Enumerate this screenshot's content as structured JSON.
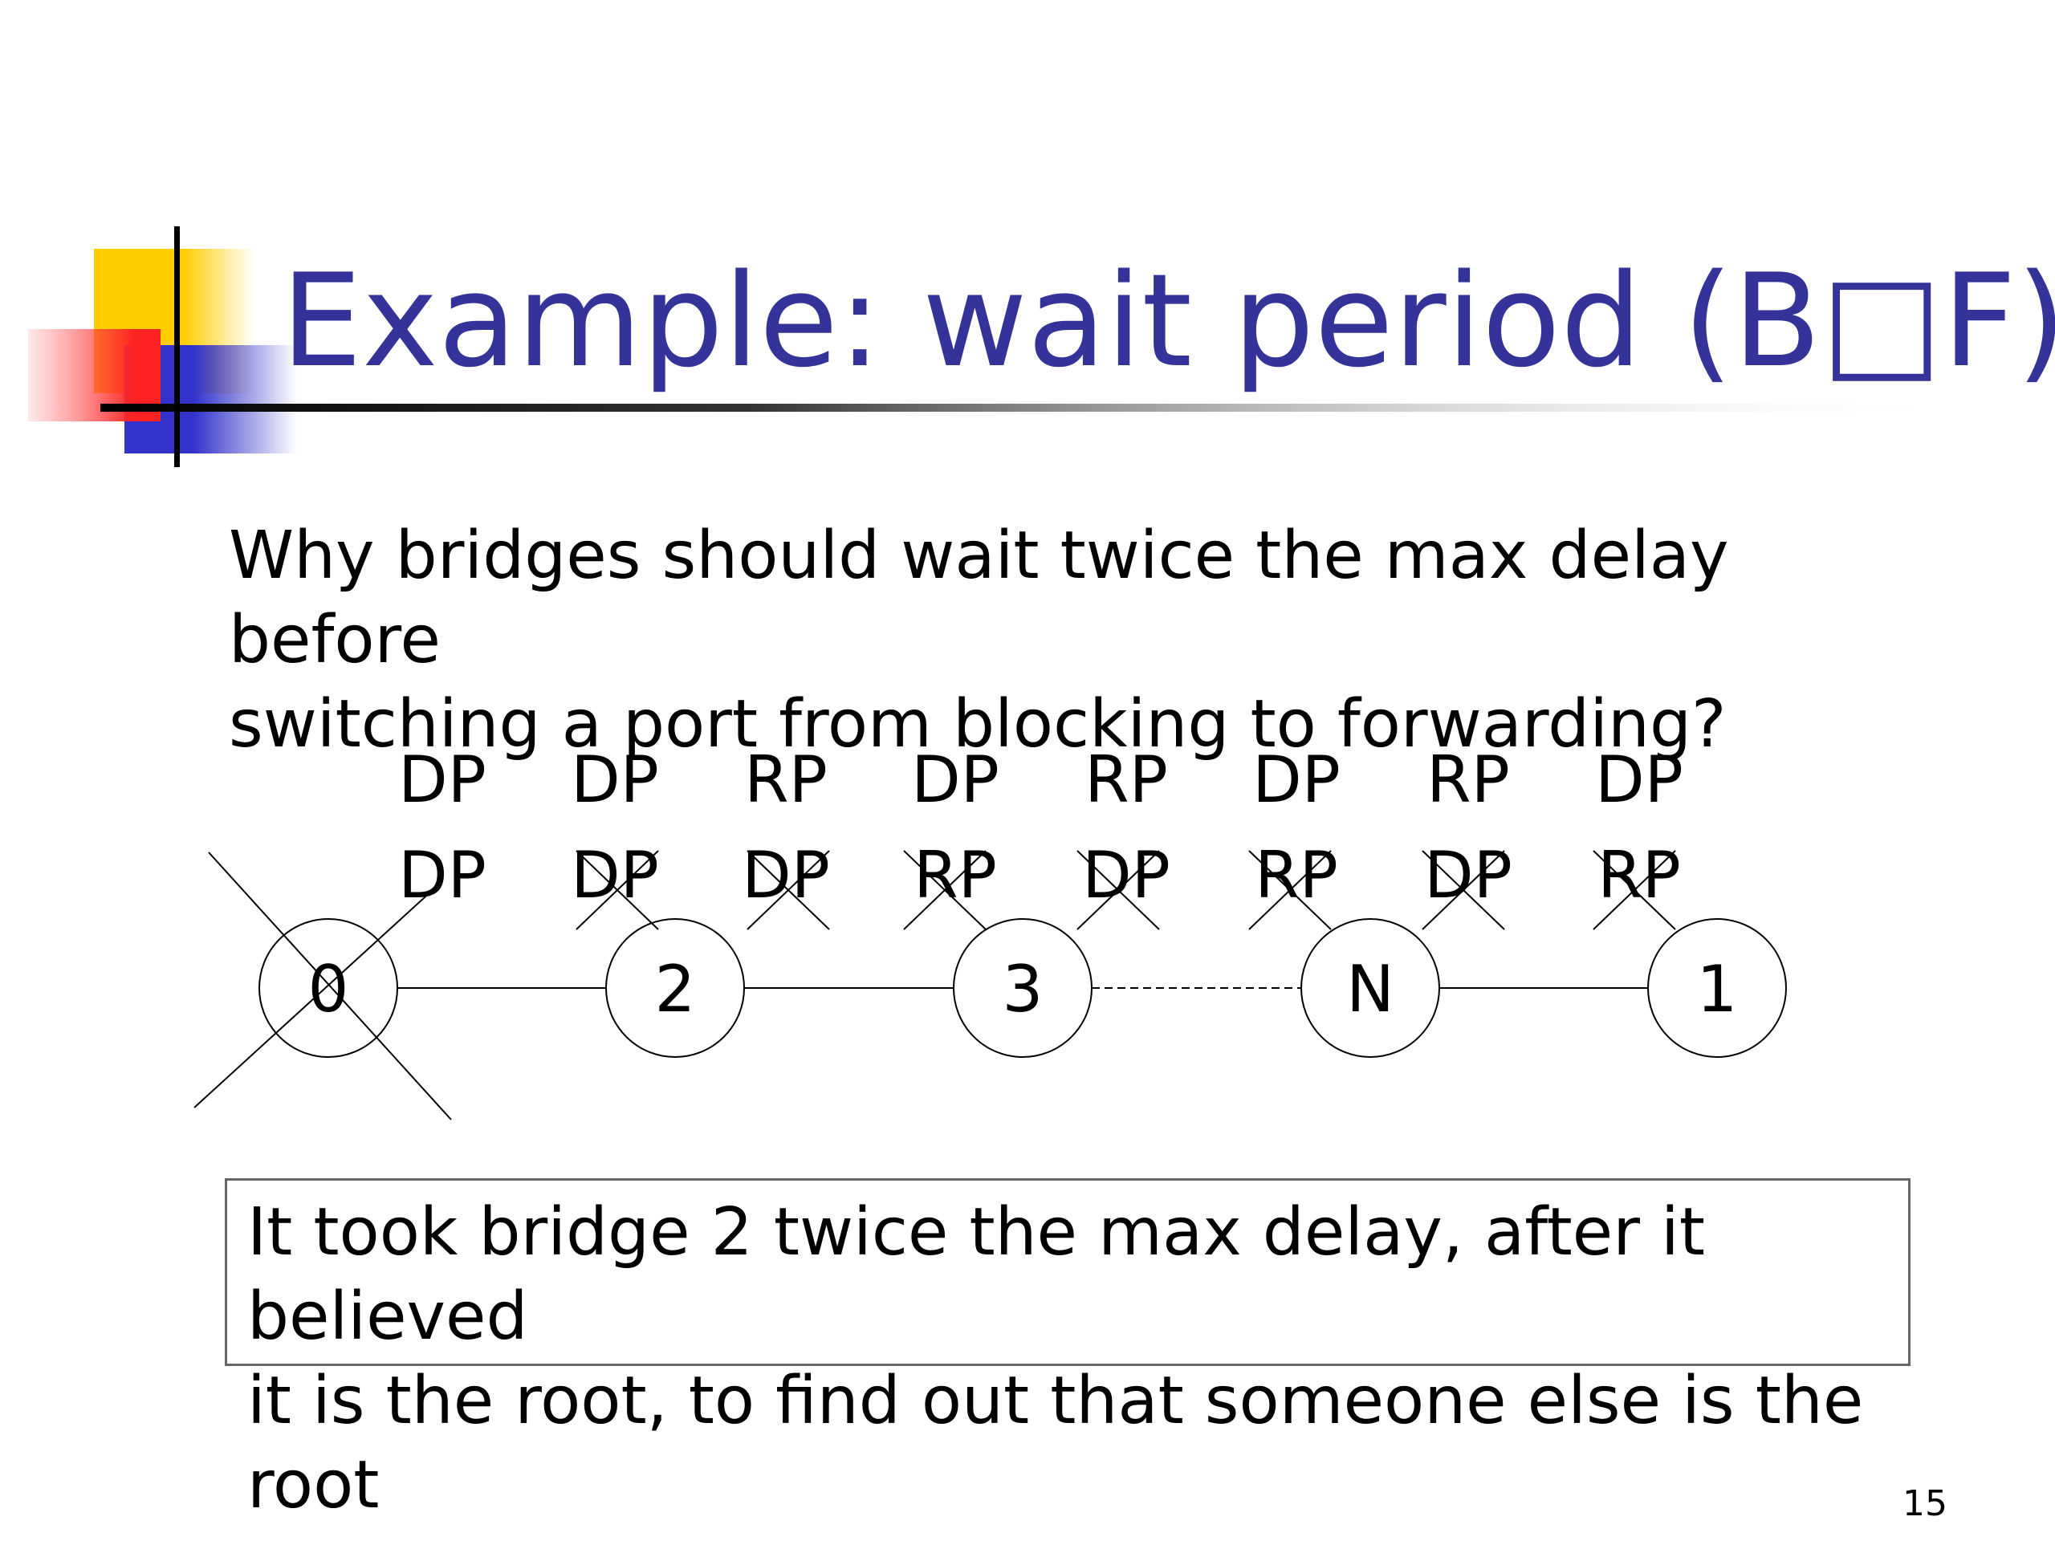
{
  "slide": {
    "title": "Example: wait period (B□F)",
    "question_line1": "Why bridges should wait twice the max delay before",
    "question_line2": "switching a port from blocking to forwarding?",
    "answer_line1": "It took bridge 2 twice the max delay, after it believed",
    "answer_line2": "it is the root, to find out that someone else is the root",
    "page_number": "15",
    "colors": {
      "title": "#333399",
      "accent_yellow": "#FFCC00",
      "accent_red": "#FF3333",
      "accent_blue": "#3333CC"
    }
  },
  "diagram": {
    "bridges": [
      {
        "label": "0",
        "crossed": true
      },
      {
        "label": "2",
        "crossed": false
      },
      {
        "label": "3",
        "crossed": false
      },
      {
        "label": "N",
        "crossed": false
      },
      {
        "label": "1",
        "crossed": false
      }
    ],
    "links": [
      {
        "from": "0",
        "to": "2",
        "style": "solid"
      },
      {
        "from": "2",
        "to": "3",
        "style": "solid"
      },
      {
        "from": "3",
        "to": "N",
        "style": "dashed"
      },
      {
        "from": "N",
        "to": "1",
        "style": "solid"
      }
    ],
    "port_labels_new": [
      "DP",
      "DP",
      "RP",
      "DP",
      "RP",
      "DP",
      "RP",
      "DP"
    ],
    "port_labels_old": [
      "DP",
      "DP",
      "DP",
      "RP",
      "DP",
      "RP",
      "DP",
      "RP"
    ]
  }
}
